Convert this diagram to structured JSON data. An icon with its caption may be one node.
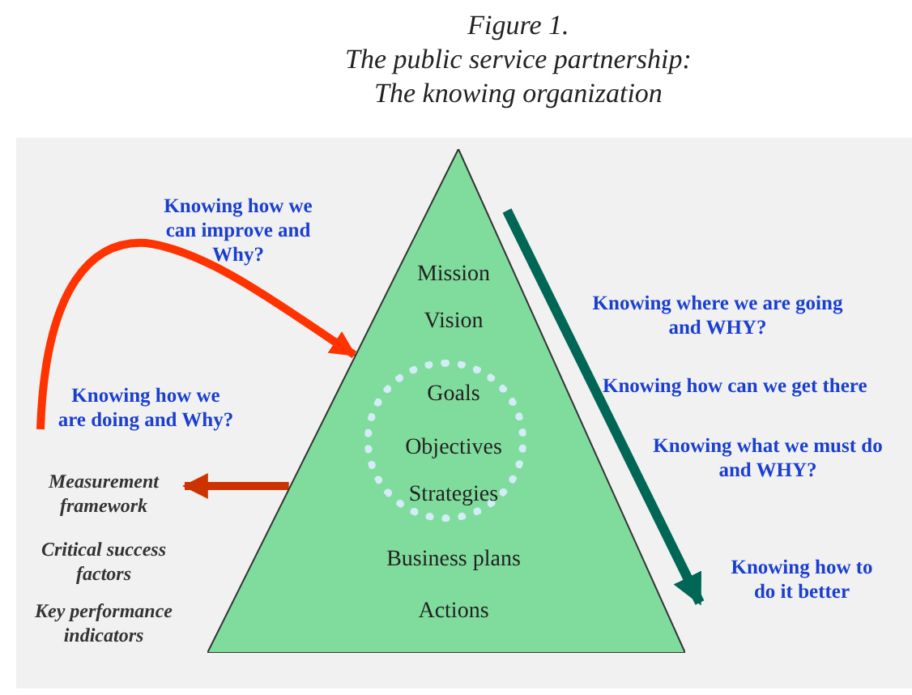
{
  "diagram": {
    "title": "The public service partnership: The knowing organization",
    "nodes": [
      {
        "text": [
          "Mission",
          "Vision",
          "Business plans",
          "Actions"
        ]
      },
      {
        "text": [
          "Goals",
          "Objectives",
          "Strategies"
        ],
        "in": 0
      },
      {
        "text": [
          "Measurement framework",
          "Critical success factors",
          "Key performance indicators"
        ]
      }
    ],
    "edges": [
      {
        "from": null,
        "to": 0,
        "arrow": "to",
        "label": "Knowing how we can improve and Why?",
        "color": "#ff3300"
      },
      {
        "from": 0,
        "to": 2,
        "arrow": "to",
        "color": "#cc3300"
      }
    ],
    "labels": [
      "Figure 1.",
      "Knowing how we are doing and Why?",
      "Knowing where we are going and WHY?",
      "Knowing how can we get there",
      "Knowing what we must do and WHY?",
      "Knowing how to do it better"
    ]
  }
}
